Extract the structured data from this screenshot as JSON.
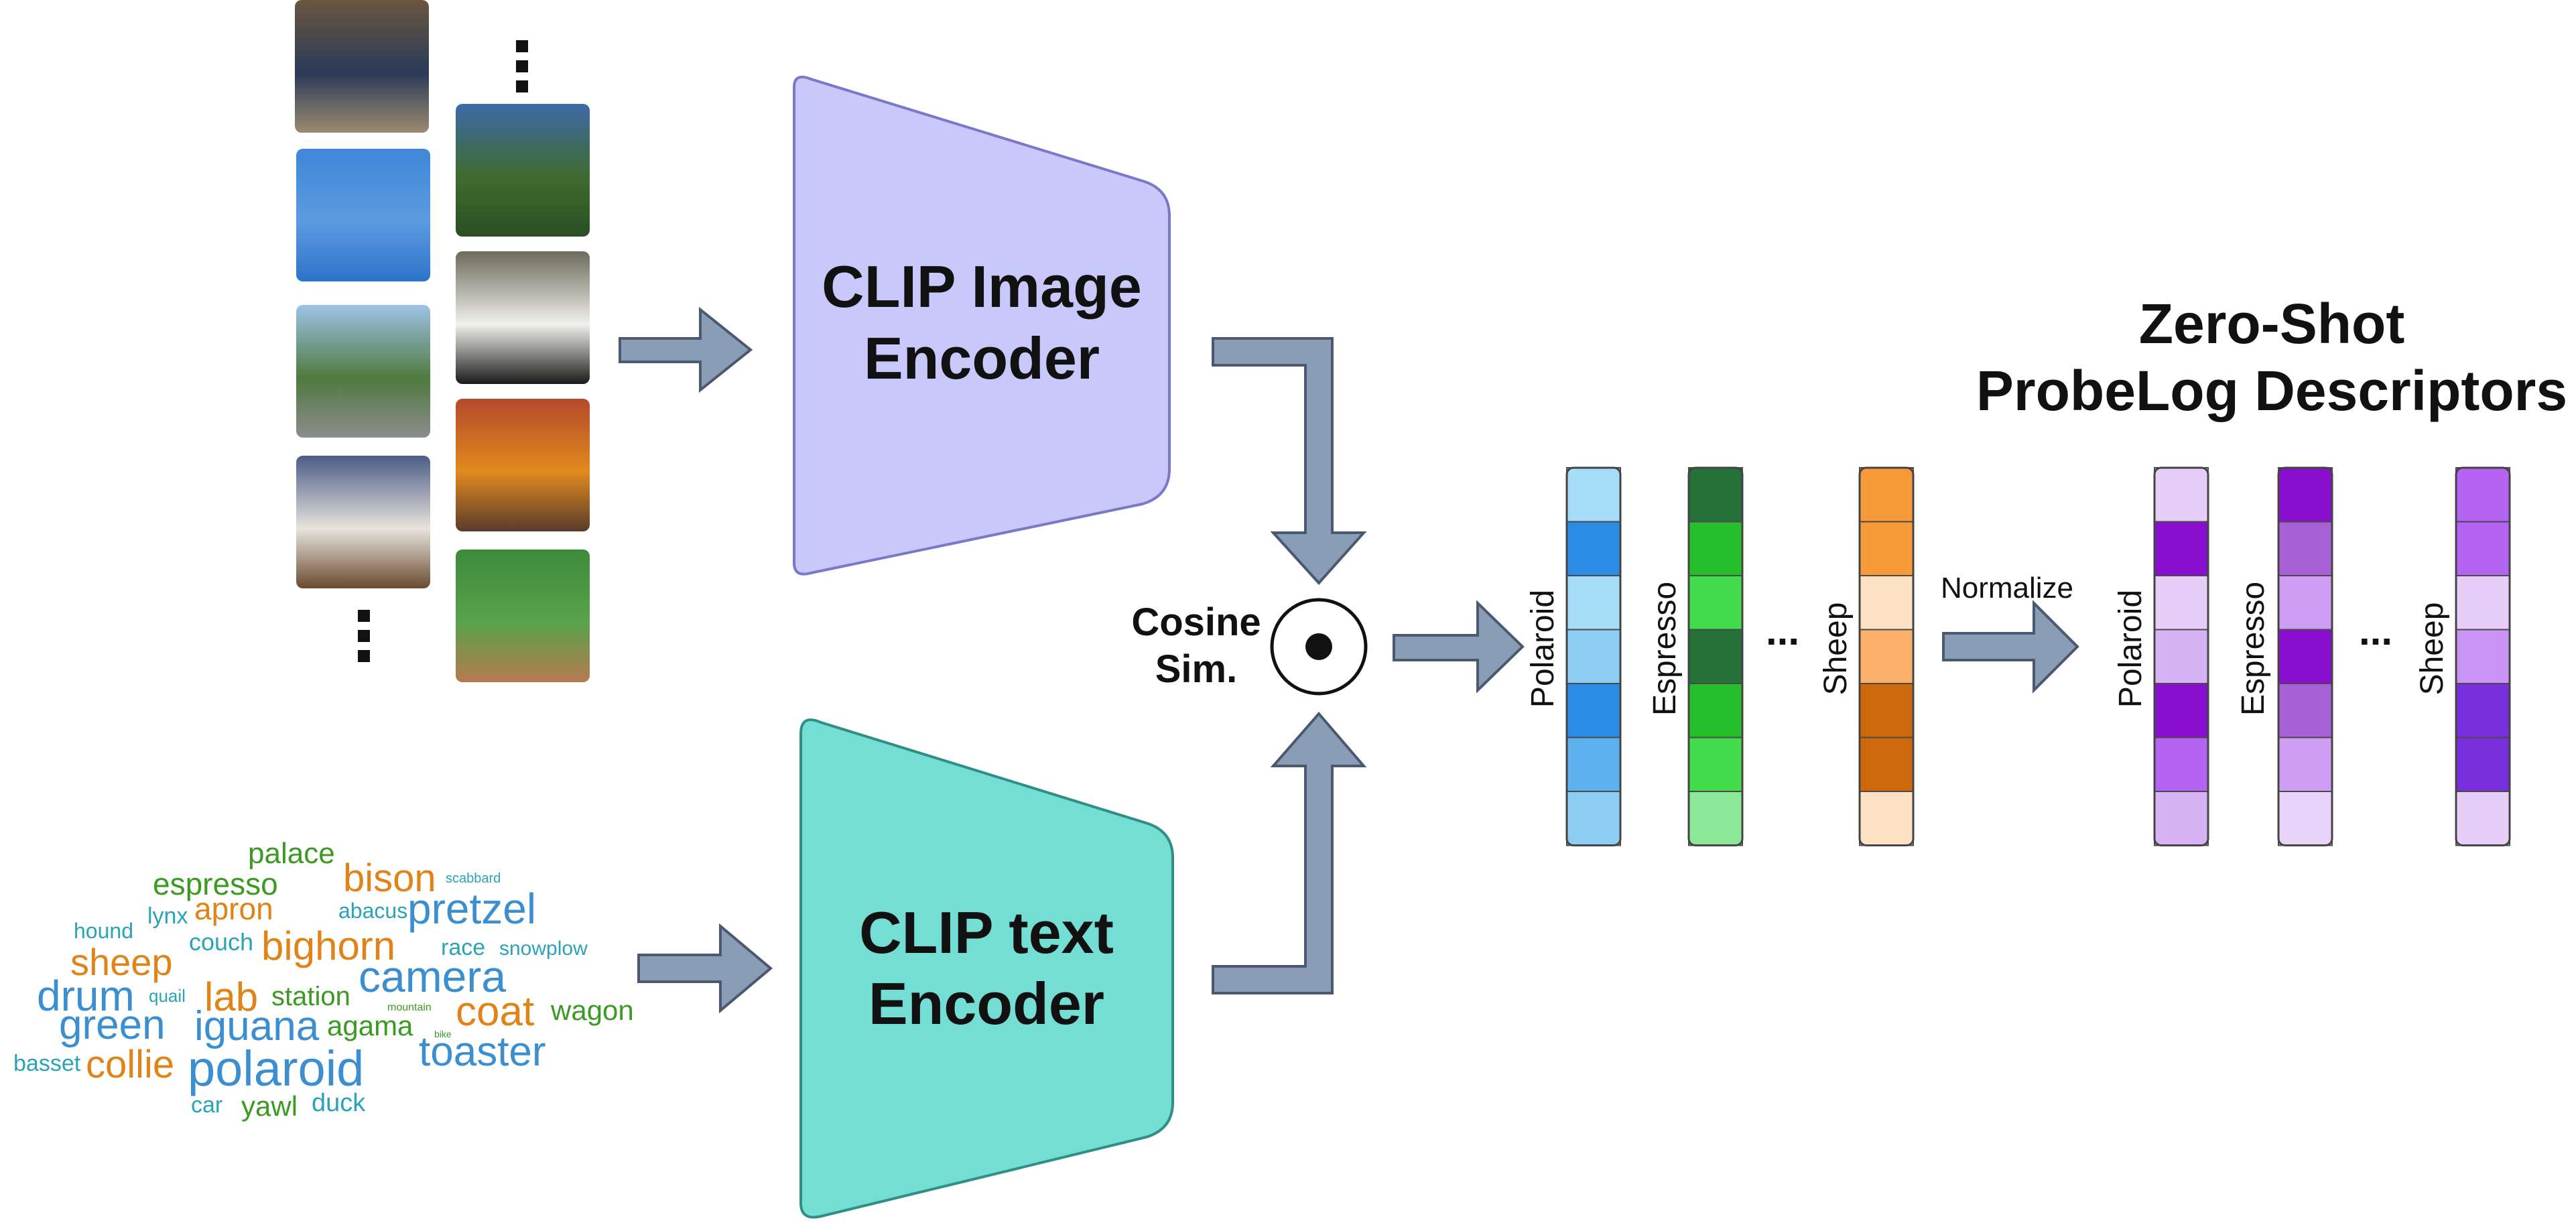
{
  "image_encoder": {
    "line1": "CLIP Image",
    "line2": "Encoder",
    "fill": "#c8c8fb",
    "stroke": "#7a78c8"
  },
  "text_encoder": {
    "line1": "CLIP text",
    "line2": "Encoder",
    "fill": "#74ddd4",
    "stroke": "#2f8f86"
  },
  "cosine": {
    "line1": "Cosine",
    "line2": "Sim."
  },
  "normalize": {
    "label": "Normalize"
  },
  "title": {
    "line1": "Zero-Shot",
    "line2": "ProbeLog Descriptors"
  },
  "ellipsis": "...",
  "arrow_fill": "#8a9db7",
  "raw_vectors": [
    {
      "label": "Polaroid",
      "colors": [
        "#a6dcf7",
        "#2b8ce6",
        "#a6dcf7",
        "#8ecdf3",
        "#2b8ce6",
        "#5eb1ef",
        "#8ecdf3"
      ]
    },
    {
      "label": "Espresso",
      "colors": [
        "#24713a",
        "#27be2b",
        "#42dc4c",
        "#24713a",
        "#27be2b",
        "#42dc4c",
        "#8be897"
      ]
    },
    {
      "label": "Sheep",
      "colors": [
        "#f79a3a",
        "#f79a3a",
        "#fde2c3",
        "#fbb16b",
        "#ce680d",
        "#ce680d",
        "#fde2c3"
      ]
    }
  ],
  "norm_vectors": [
    {
      "label": "Polaroid",
      "colors": [
        "#e6cef8",
        "#8a0ed0",
        "#e6cef8",
        "#d7b3f5",
        "#8a0ed0",
        "#b463f2",
        "#d7b3f5"
      ]
    },
    {
      "label": "Espresso",
      "colors": [
        "#8a0ed0",
        "#a860d6",
        "#ce9ef4",
        "#8a0ed0",
        "#a860d6",
        "#ce9ef4",
        "#e8d3f9"
      ]
    },
    {
      "label": "Sheep",
      "colors": [
        "#b463f2",
        "#b463f2",
        "#e6cef8",
        "#c994f5",
        "#7a2fdc",
        "#7a2fdc",
        "#e6cef8"
      ]
    }
  ],
  "thumbnails": [
    {
      "name": "cat-photo",
      "colors": [
        "#6b5640",
        "#2a3a58",
        "#9c8a70"
      ]
    },
    {
      "name": "jets-sky-photo",
      "colors": [
        "#3f87d8",
        "#5c9be0",
        "#2d73c9"
      ]
    },
    {
      "name": "street-bus-photo",
      "colors": [
        "#9fc3e8",
        "#4f7a3f",
        "#8c8c8c"
      ]
    },
    {
      "name": "cake-coffee-photo",
      "colors": [
        "#4b5c86",
        "#e8e4dc",
        "#6a4a30"
      ]
    },
    {
      "name": "street-sign-photo",
      "colors": [
        "#3c6aa8",
        "#3f6b2f",
        "#2b4f22"
      ]
    },
    {
      "name": "panda-photo",
      "colors": [
        "#6c6a5a",
        "#f0f0ec",
        "#1a1a1a"
      ]
    },
    {
      "name": "orange-building-photo",
      "colors": [
        "#b5492c",
        "#e08a1f",
        "#5a3b2a"
      ]
    },
    {
      "name": "baseball-pitcher-photo",
      "colors": [
        "#3d8a3a",
        "#5aa24c",
        "#b57a50"
      ]
    }
  ],
  "word_cloud": [
    {
      "text": "palace",
      "color": "#3a9a22",
      "size": 44
    },
    {
      "text": "espresso",
      "color": "#3a9a22",
      "size": 46
    },
    {
      "text": "bison",
      "color": "#e0841a",
      "size": 58
    },
    {
      "text": "scabbard",
      "color": "#2aa3b8",
      "size": 20
    },
    {
      "text": "hound",
      "color": "#2aa3b8",
      "size": 32
    },
    {
      "text": "lynx",
      "color": "#2aa3b8",
      "size": 34
    },
    {
      "text": "apron",
      "color": "#e0841a",
      "size": 46
    },
    {
      "text": "abacus",
      "color": "#2aa3b8",
      "size": 32
    },
    {
      "text": "pretzel",
      "color": "#3b8fd0",
      "size": 64
    },
    {
      "text": "couch",
      "color": "#2aa3b8",
      "size": 36
    },
    {
      "text": "bighorn",
      "color": "#e0841a",
      "size": 60
    },
    {
      "text": "sheep",
      "color": "#e0841a",
      "size": 56
    },
    {
      "text": "race",
      "color": "#2aa3b8",
      "size": 34
    },
    {
      "text": "snowplow",
      "color": "#2aa3b8",
      "size": 30
    },
    {
      "text": "drum",
      "color": "#3b8fd0",
      "size": 64
    },
    {
      "text": "quail",
      "color": "#2aa3b8",
      "size": 26
    },
    {
      "text": "lab",
      "color": "#e0841a",
      "size": 60
    },
    {
      "text": "station",
      "color": "#3a9a22",
      "size": 40
    },
    {
      "text": "camera",
      "color": "#3b8fd0",
      "size": 66
    },
    {
      "text": "mountain",
      "color": "#3a9a22",
      "size": 16
    },
    {
      "text": "coat",
      "color": "#e0841a",
      "size": 62
    },
    {
      "text": "wagon",
      "color": "#3a9a22",
      "size": 42
    },
    {
      "text": "green",
      "color": "#3b8fd0",
      "size": 62
    },
    {
      "text": "iguana",
      "color": "#3b8fd0",
      "size": 62
    },
    {
      "text": "agama",
      "color": "#3a9a22",
      "size": 42
    },
    {
      "text": "bike",
      "color": "#3a9a22",
      "size": 14
    },
    {
      "text": "toaster",
      "color": "#3b8fd0",
      "size": 62
    },
    {
      "text": "basset",
      "color": "#2aa3b8",
      "size": 34
    },
    {
      "text": "collie",
      "color": "#e0841a",
      "size": 58
    },
    {
      "text": "polaroid",
      "color": "#3b8fd0",
      "size": 74
    },
    {
      "text": "car",
      "color": "#2aa3b8",
      "size": 34
    },
    {
      "text": "yawl",
      "color": "#3a9a22",
      "size": 42
    },
    {
      "text": "duck",
      "color": "#2aa3b8",
      "size": 38
    }
  ]
}
